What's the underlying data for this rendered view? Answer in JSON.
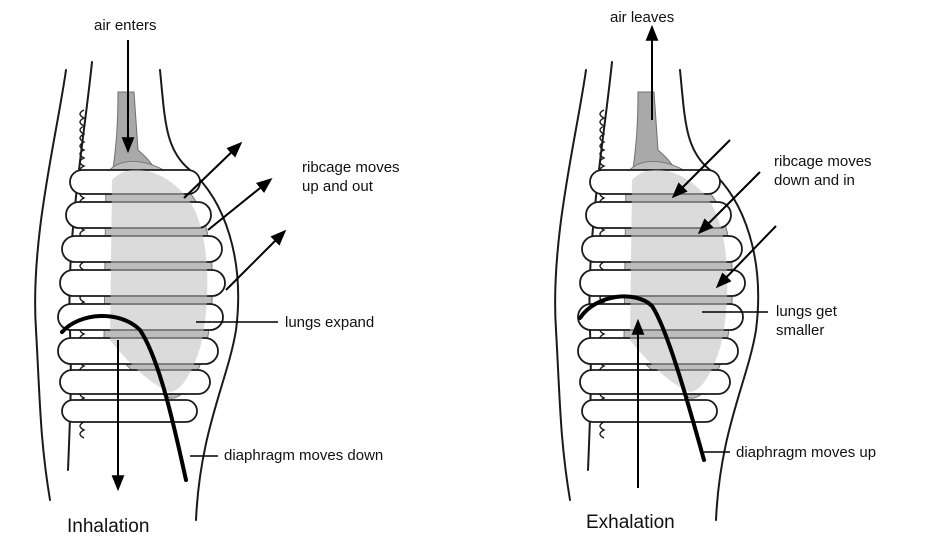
{
  "inhalation": {
    "caption": "Inhalation",
    "air_label": "air enters",
    "ribcage_label": "ribcage moves\nup and out",
    "lungs_label": "lungs expand",
    "diaphragm_label": "diaphragm moves down"
  },
  "exhalation": {
    "caption": "Exhalation",
    "air_label": "air leaves",
    "ribcage_label": "ribcage moves\ndown and in",
    "lungs_label": "lungs get\nsmaller",
    "diaphragm_label": "diaphragm moves up"
  }
}
